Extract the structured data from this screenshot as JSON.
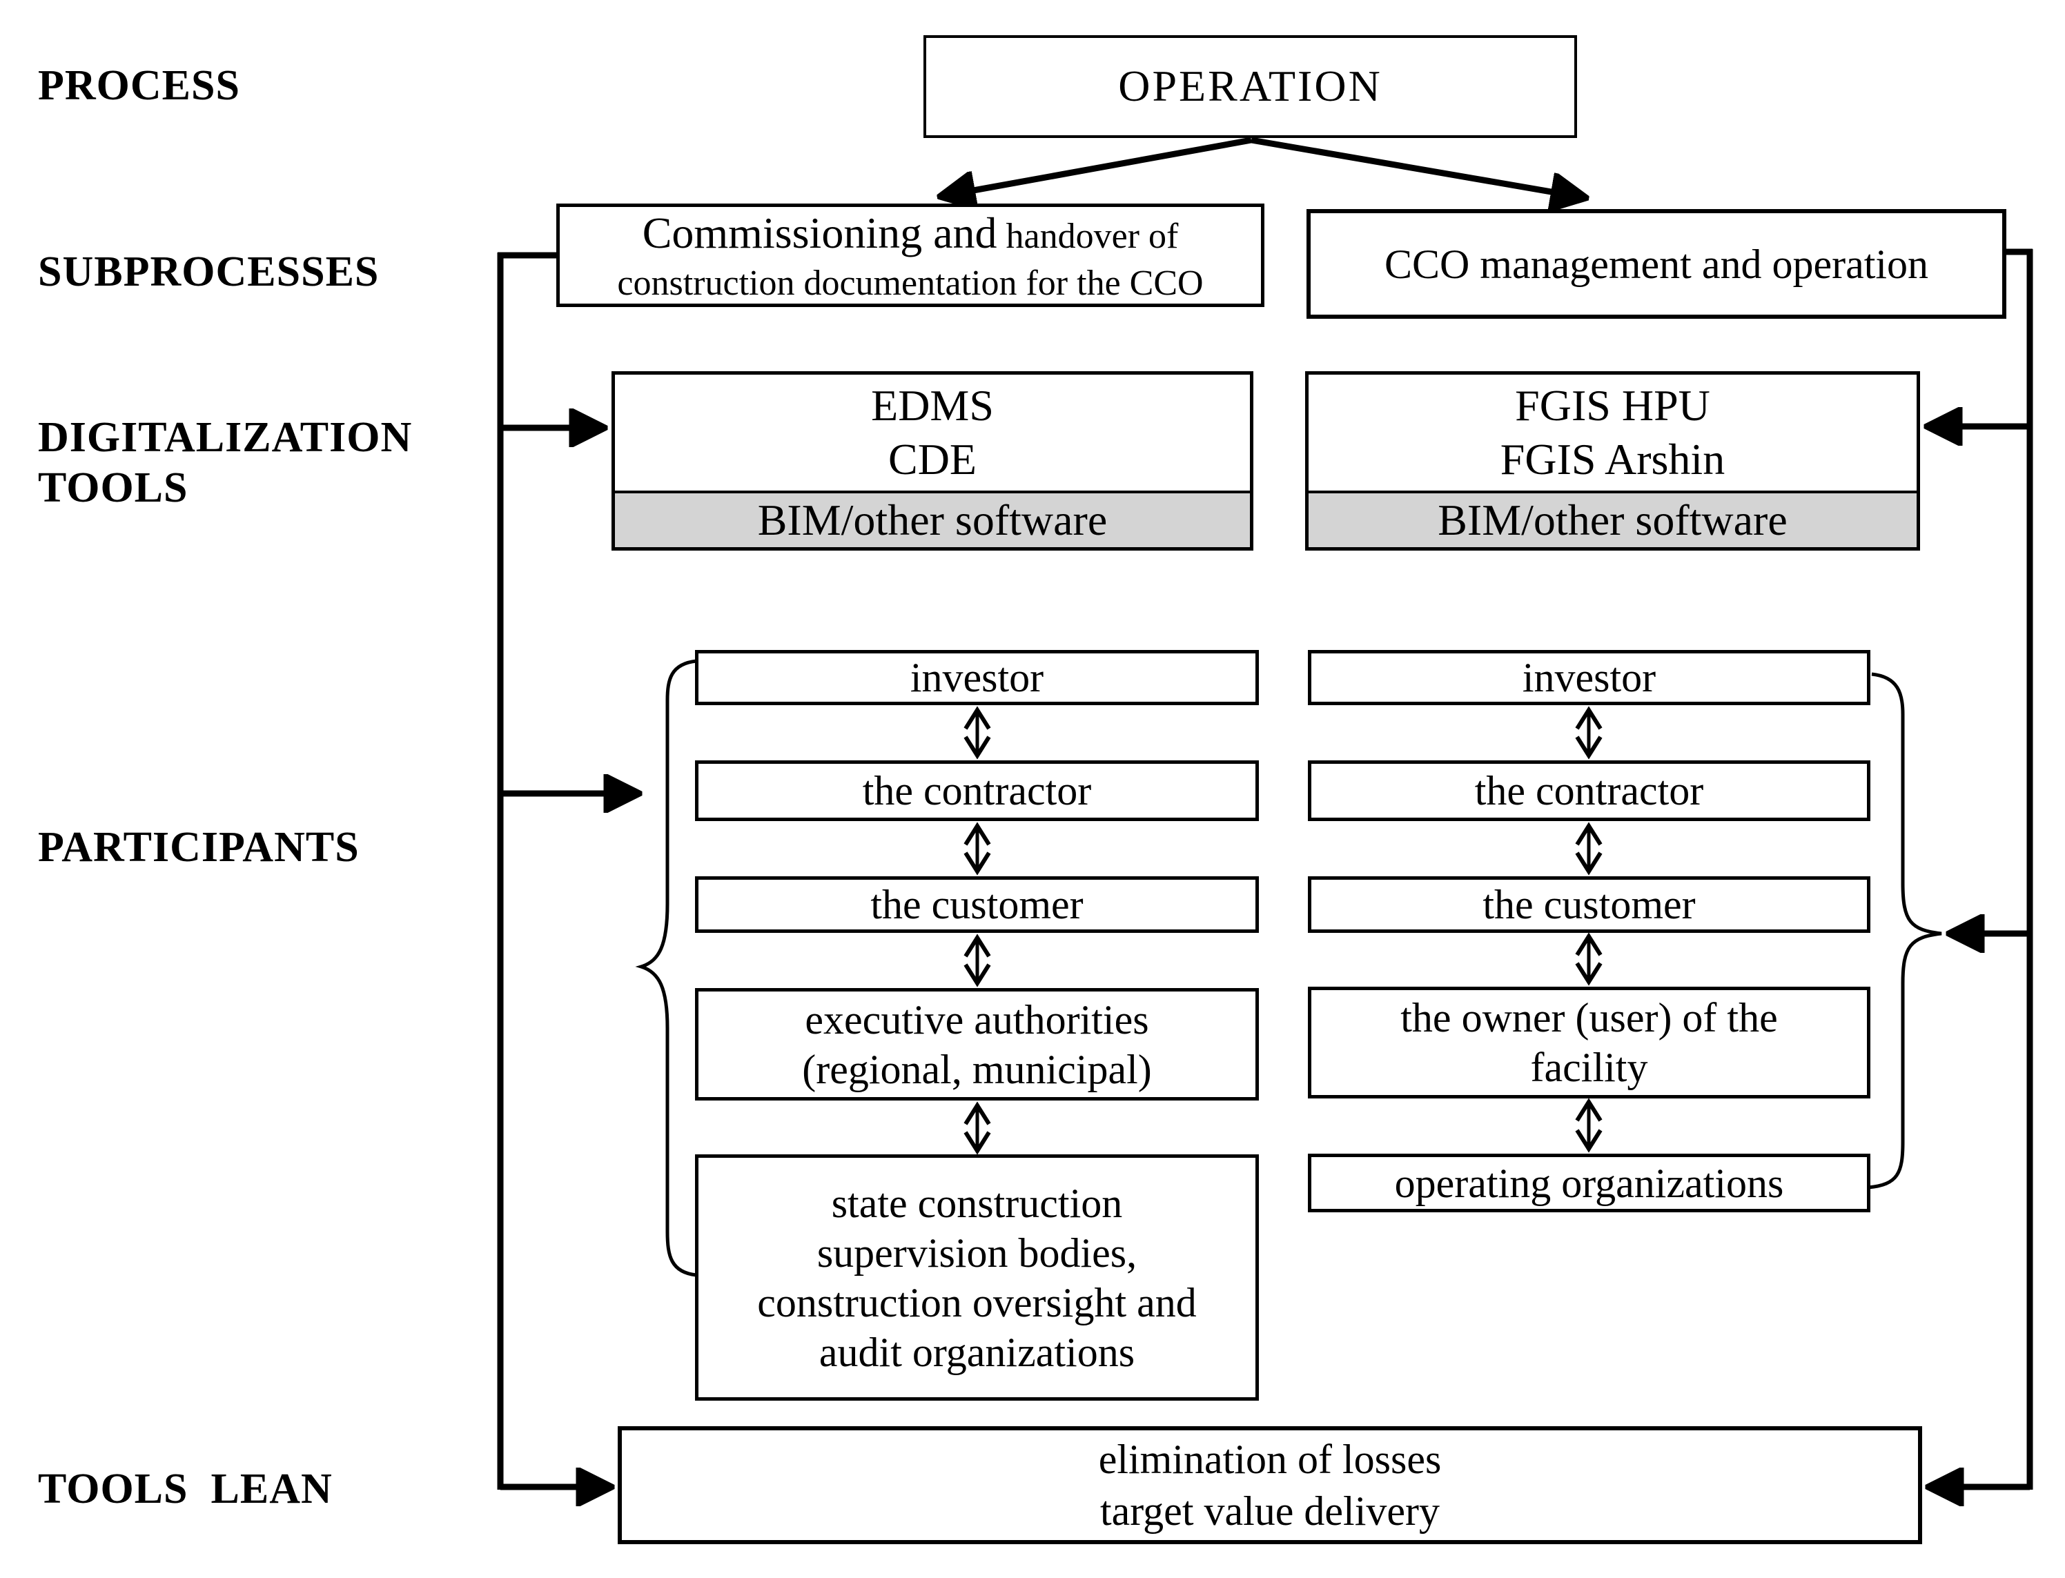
{
  "colors": {
    "ink": "#000000",
    "gray_band": "#d4d4d4",
    "background": "#ffffff"
  },
  "row_labels": {
    "process": "PROCESS",
    "subprocesses": "SUBPROCESSES",
    "digitalization_tools": "DIGITALIZATION\nTOOLS",
    "participants": "PARTICIPANTS",
    "tools_lean": "TOOLS  LEAN"
  },
  "process": {
    "operation": "OPERATION"
  },
  "subprocesses": {
    "left": {
      "lead": "Commissioning and",
      "tail": " handover of",
      "line2": "construction documentation for the CCO"
    },
    "right": "CCO management and operation"
  },
  "digitalization_tools": {
    "left": {
      "row1": "EDMS",
      "row2": "CDE",
      "gray_row": "BIM/other software"
    },
    "right": {
      "row1": "FGIS HPU",
      "row2": "FGIS Arshin",
      "gray_row": "BIM/other software"
    }
  },
  "participants": {
    "left": [
      "investor",
      "the contractor",
      "the customer",
      "executive authorities\n(regional, municipal)",
      "state construction\nsupervision bodies,\nconstruction oversight and\naudit organizations"
    ],
    "right": [
      "investor",
      "the contractor",
      "the customer",
      "the owner (user) of the\nfacility",
      "operating organizations"
    ]
  },
  "tools_lean": {
    "line1": "elimination of losses",
    "line2": "target value delivery"
  }
}
